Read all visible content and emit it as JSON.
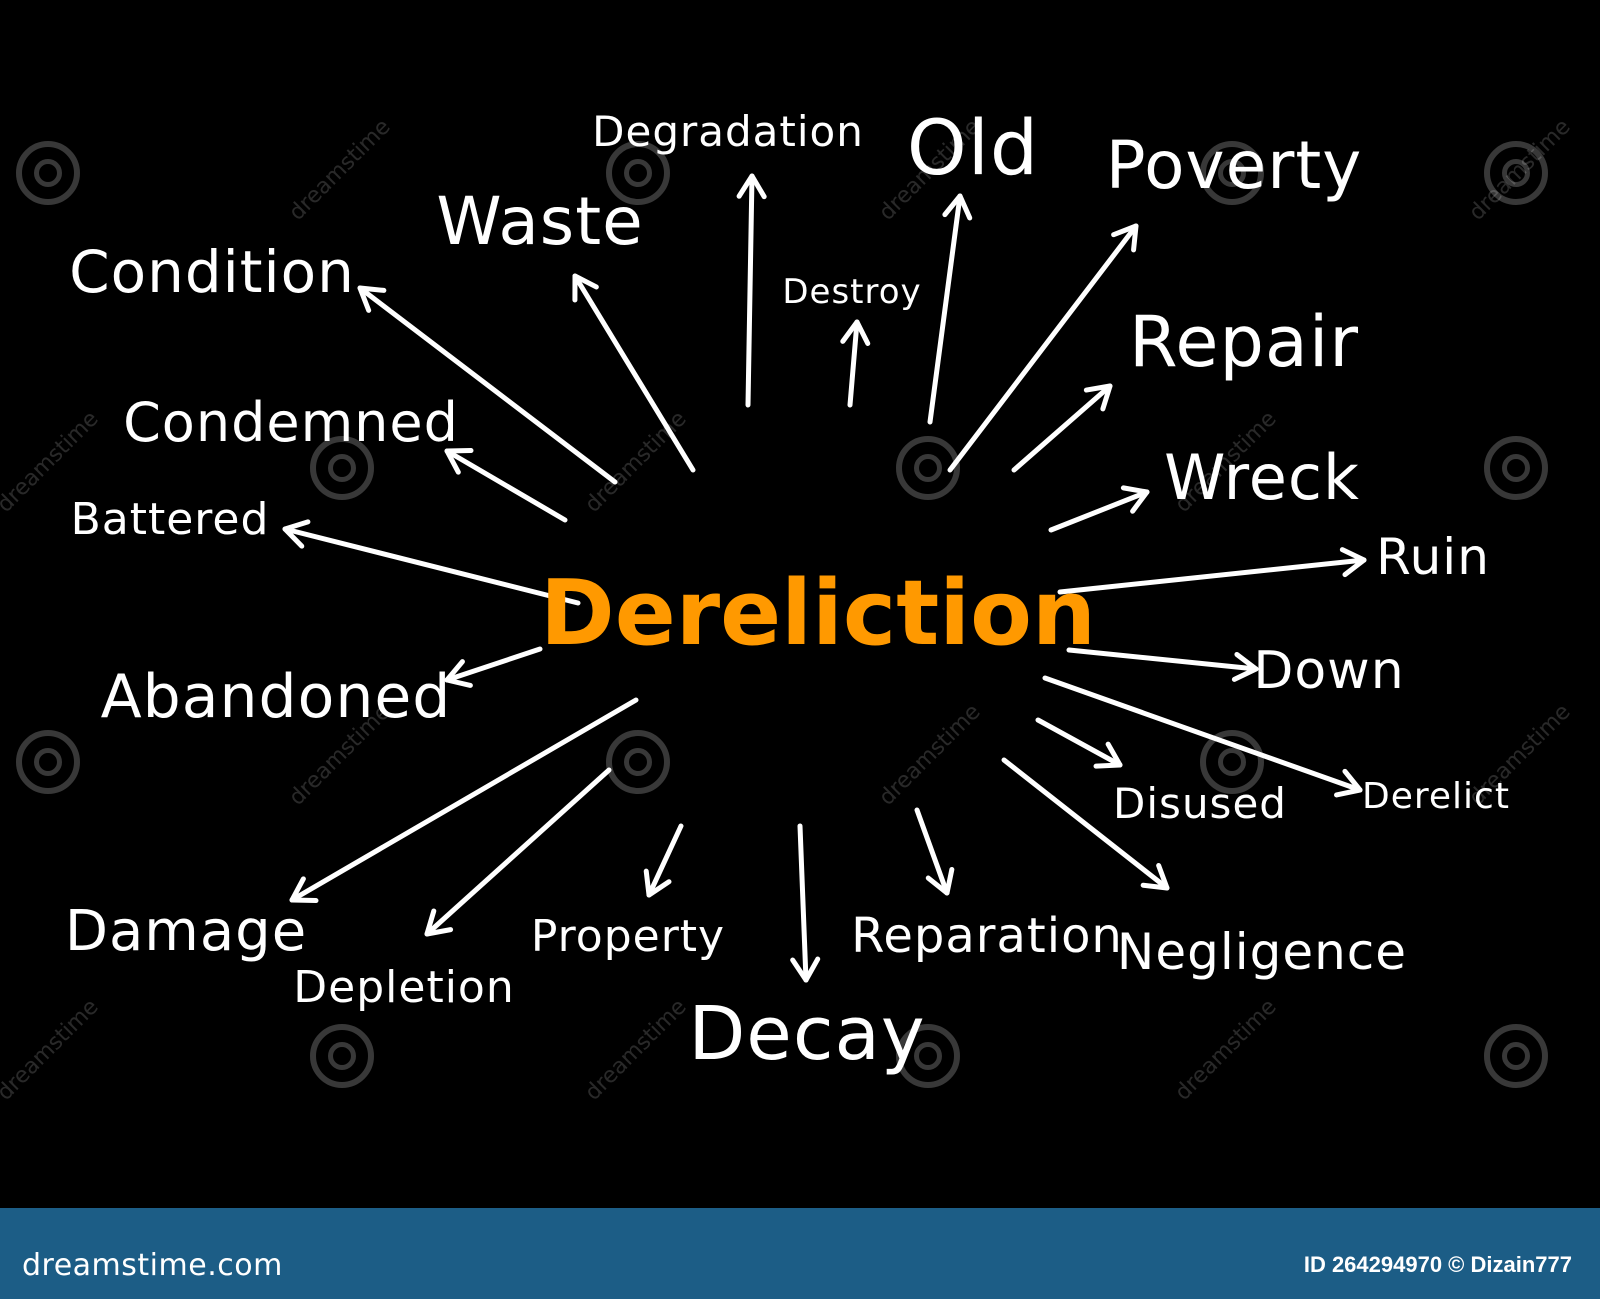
{
  "center": {
    "label": "Dereliction",
    "color": "#ff9900"
  },
  "words": [
    {
      "key": "condition",
      "label": "Condition"
    },
    {
      "key": "waste",
      "label": "Waste"
    },
    {
      "key": "degradation",
      "label": "Degradation"
    },
    {
      "key": "old",
      "label": "Old"
    },
    {
      "key": "poverty",
      "label": "Poverty"
    },
    {
      "key": "destroy",
      "label": "Destroy"
    },
    {
      "key": "repair",
      "label": "Repair"
    },
    {
      "key": "condemned",
      "label": "Condemned"
    },
    {
      "key": "wreck",
      "label": "Wreck"
    },
    {
      "key": "battered",
      "label": "Battered"
    },
    {
      "key": "ruin",
      "label": "Ruin"
    },
    {
      "key": "down",
      "label": "Down"
    },
    {
      "key": "abandoned",
      "label": "Abandoned"
    },
    {
      "key": "disused",
      "label": "Disused"
    },
    {
      "key": "derelict",
      "label": "Derelict"
    },
    {
      "key": "damage",
      "label": "Damage"
    },
    {
      "key": "property",
      "label": "Property"
    },
    {
      "key": "reparation",
      "label": "Reparation"
    },
    {
      "key": "negligence",
      "label": "Negligence"
    },
    {
      "key": "depletion",
      "label": "Depletion"
    },
    {
      "key": "decay",
      "label": "Decay"
    }
  ],
  "watermark": {
    "text": "dreamstime"
  },
  "footer": {
    "site": "dreamstime.com",
    "credit": "ID 264294970 © Dizain777",
    "color": "#1c5d86"
  }
}
